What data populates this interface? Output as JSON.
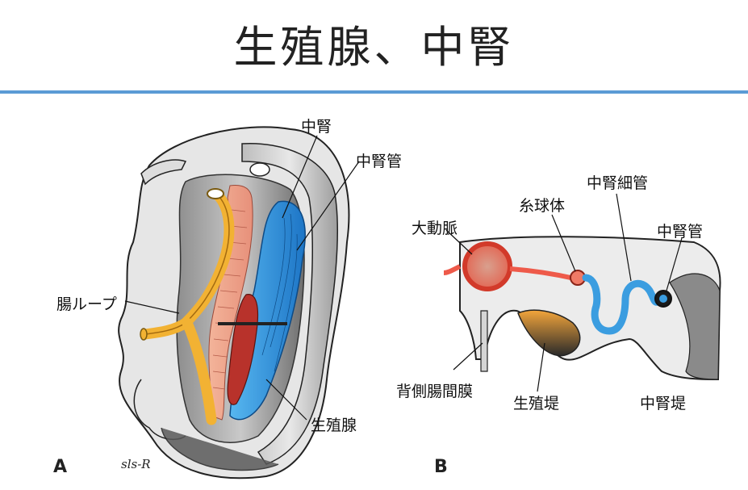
{
  "title": "生殖腺、中腎",
  "panel_a": {
    "letter": "A",
    "signature": "sls-R",
    "labels": {
      "mesonephros": "中腎",
      "mesonephric_duct": "中腎管",
      "gut_loop": "腸ループ",
      "gonad": "生殖腺"
    }
  },
  "panel_b": {
    "letter": "B",
    "labels": {
      "mesonephric_tubule": "中腎細管",
      "glomerulus": "糸球体",
      "aorta": "大動脈",
      "mesonephric_duct": "中腎管",
      "dorsal_mesentery": "背側腸間膜",
      "genital_ridge": "生殖堤",
      "mesonephric_ridge": "中腎堤"
    }
  },
  "colors": {
    "accent_rule": "#5b9bd5",
    "mesonephros_blue": "#2f8fd8",
    "gonad_red": "#b8322b",
    "gut_yellow": "#f2b233",
    "aorta_red": "#ee5a4a"
  }
}
